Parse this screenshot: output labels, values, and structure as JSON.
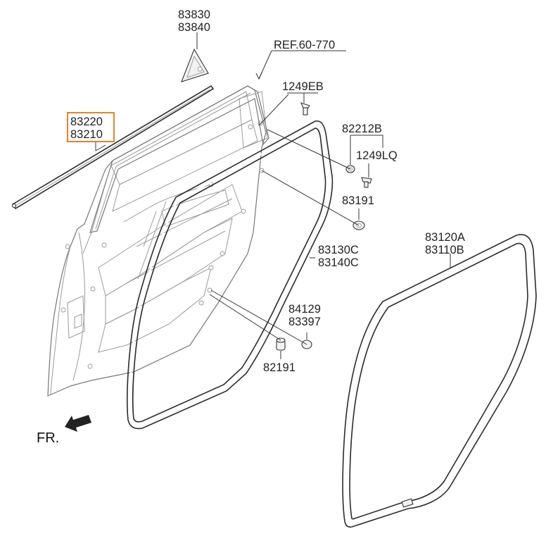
{
  "labels": {
    "weatherstrip_belt_outer_1": "83830",
    "weatherstrip_belt_outer_2": "83840",
    "ref": "REF.60-770",
    "belt_moulding_1": "83220",
    "belt_moulding_2": "83210",
    "bolt": "1249EB",
    "plug_1": "82212B",
    "screw": "1249LQ",
    "plug_2": "83191",
    "door_seal_1": "83130C",
    "door_seal_2": "83140C",
    "grommet_1": "84129",
    "grommet_2": "83397",
    "bumper": "82191",
    "body_seal_1": "83120A",
    "body_seal_2": "83110B",
    "front": "FR."
  },
  "highlight_color": "#e8822a"
}
